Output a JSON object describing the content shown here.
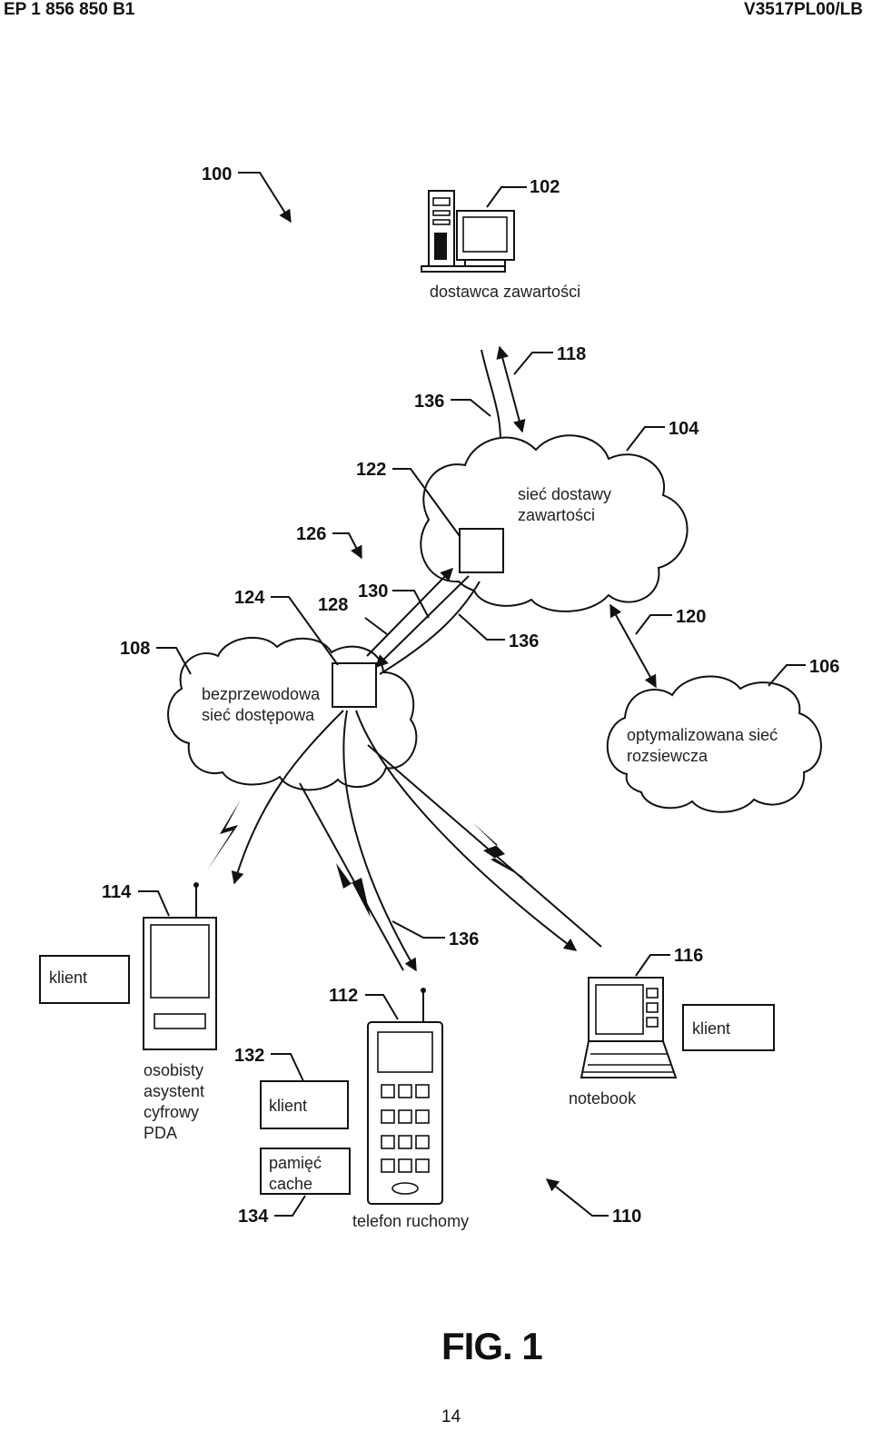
{
  "header": {
    "left": "EP 1 856 850 B1",
    "right": "V3517PL00/LB"
  },
  "figure_label": "FIG. 1",
  "page_number": "14",
  "refs": {
    "r100": "100",
    "r102": "102",
    "r104": "104",
    "r106": "106",
    "r108": "108",
    "r110": "110",
    "r112": "112",
    "r114": "114",
    "r116": "116",
    "r118": "118",
    "r120": "120",
    "r122": "122",
    "r124": "124",
    "r126": "126",
    "r128": "128",
    "r130": "130",
    "r132": "132",
    "r134": "134",
    "r136a": "136",
    "r136b": "136",
    "r136c": "136"
  },
  "labels": {
    "content_provider": "dostawca zawartości",
    "cdn_line1": "sieć dostawy",
    "cdn_line2": "zawartości",
    "wireless_line1": "bezprzewodowa",
    "wireless_line2": "sieć dostępowa",
    "overlay_line1": "optymalizowana sieć",
    "overlay_line2": "rozsiewcza",
    "client_pda": "klient",
    "client_phone": "klient",
    "client_notebook": "klient",
    "pda_line1": "osobisty",
    "pda_line2": "asystent",
    "pda_line3": "cyfrowy",
    "pda_line4": "PDA",
    "cache_line1": "pamięć",
    "cache_line2": "cache",
    "phone": "telefon ruchomy",
    "notebook": "notebook"
  },
  "icons": [
    "desktop-computer-icon",
    "pda-icon",
    "mobile-phone-icon",
    "notebook-icon",
    "lightning-bolt-icon"
  ]
}
